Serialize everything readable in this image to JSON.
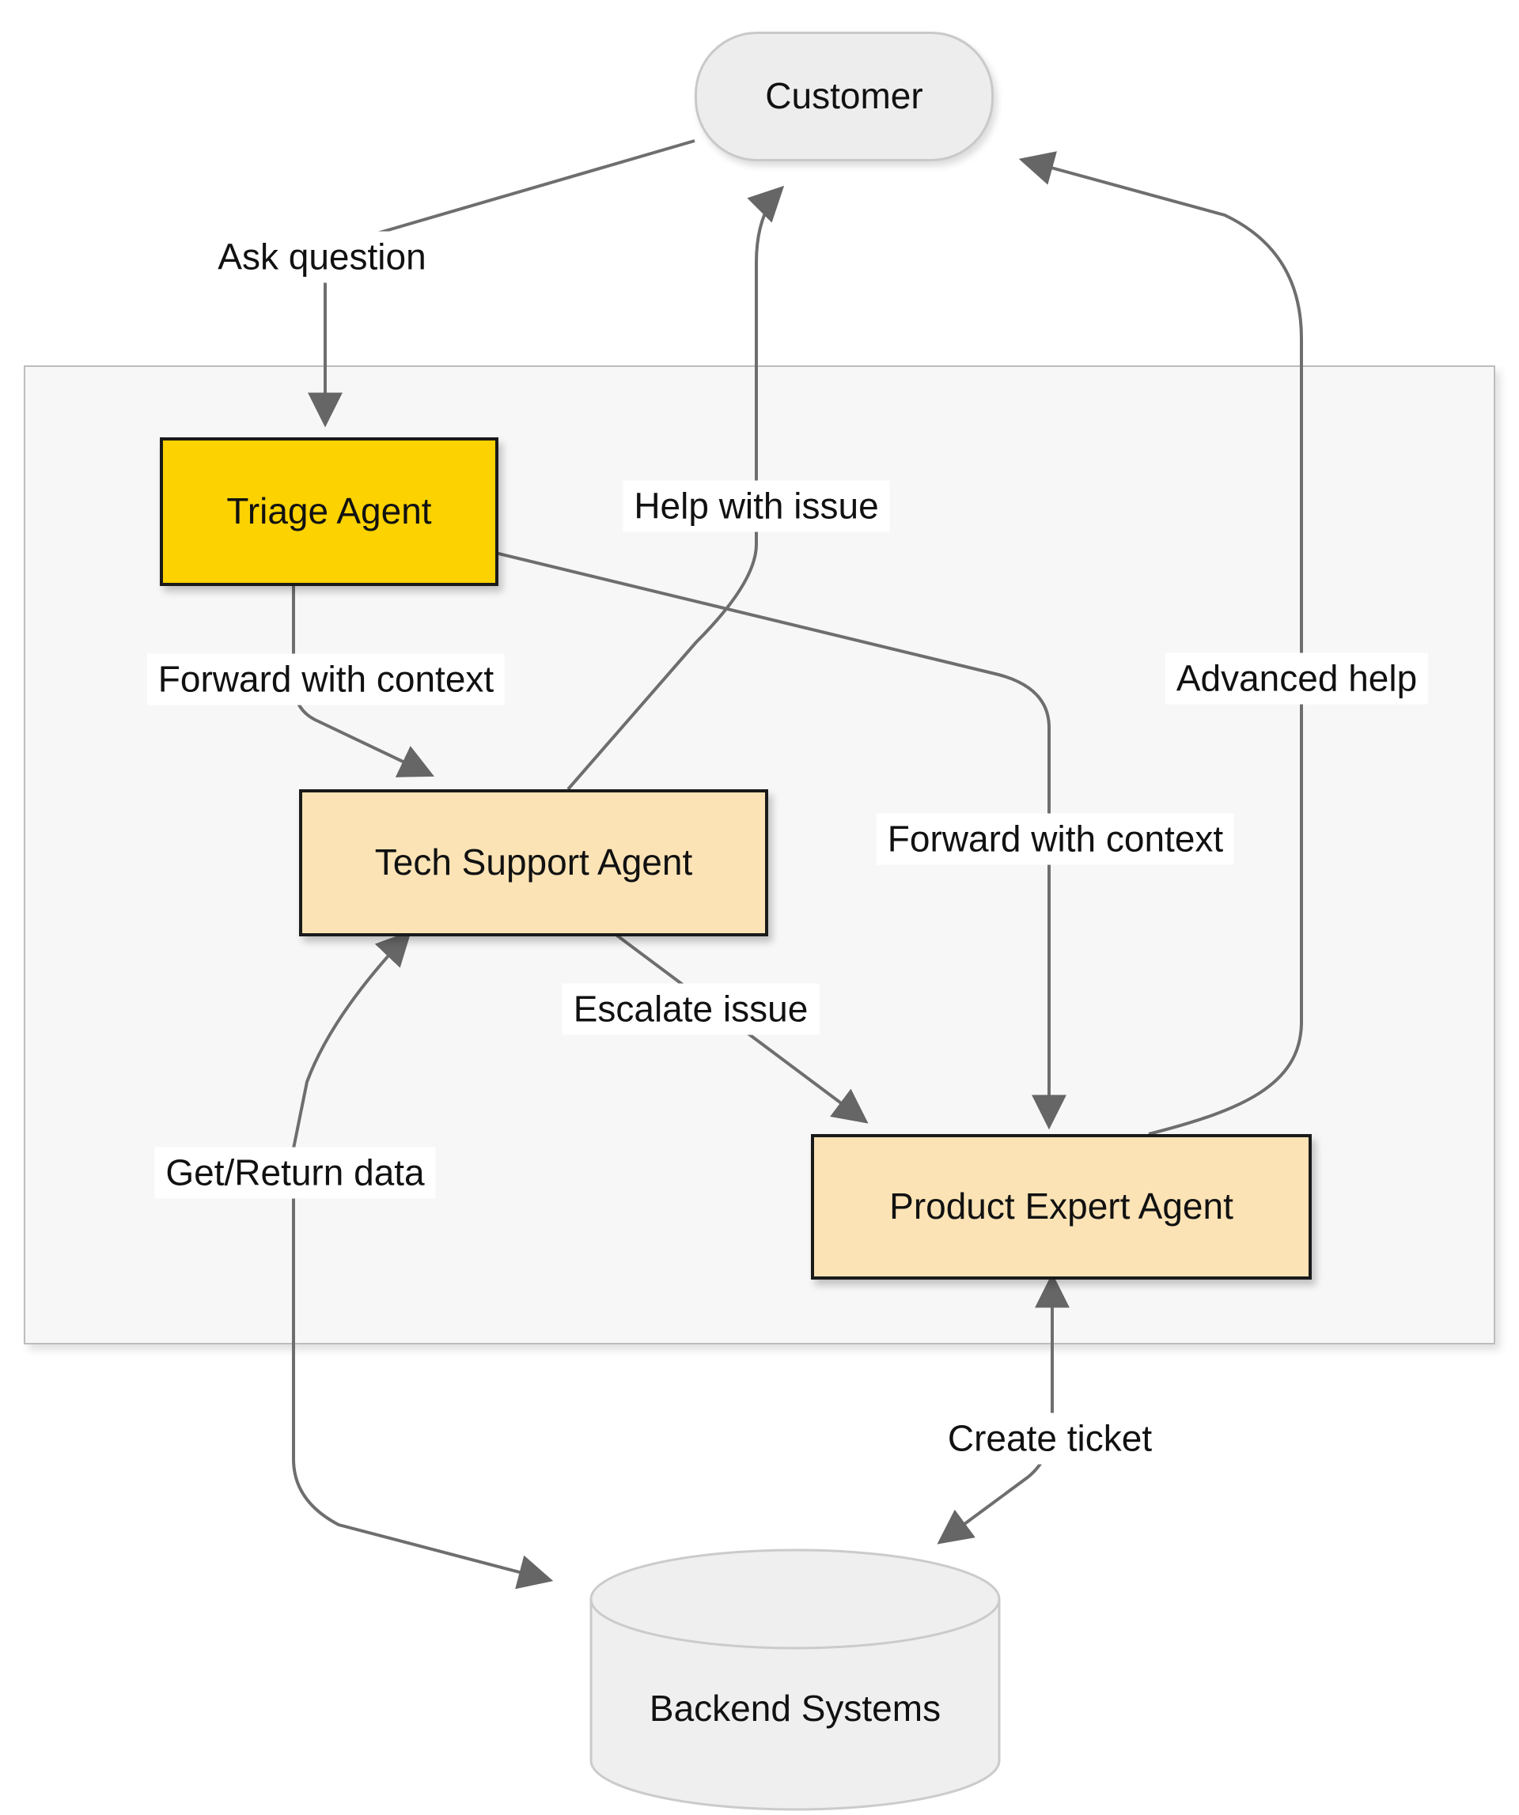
{
  "diagram": {
    "type": "flowchart",
    "description": "Customer support multi-agent workflow"
  },
  "nodes": {
    "customer": {
      "label": "Customer",
      "shape": "stadium",
      "fill": "#EDEDED",
      "border": "#C9C9C9"
    },
    "triage": {
      "label": "Triage Agent",
      "shape": "rect",
      "fill": "#FCD200",
      "border": "#1A1A1A"
    },
    "tech_support": {
      "label": "Tech Support Agent",
      "shape": "rect",
      "fill": "#FBE3B5",
      "border": "#1A1A1A"
    },
    "product_expert": {
      "label": "Product Expert Agent",
      "shape": "rect",
      "fill": "#FBE3B5",
      "border": "#1A1A1A"
    },
    "backend": {
      "label": "Backend Systems",
      "shape": "cylinder",
      "fill": "#EFEFEF",
      "border": "#CBCBCB"
    }
  },
  "edges": [
    {
      "from": "customer",
      "to": "triage",
      "label": "Ask question",
      "direction": "forward"
    },
    {
      "from": "triage",
      "to": "tech_support",
      "label": "Forward with context",
      "direction": "forward"
    },
    {
      "from": "triage",
      "to": "product_expert",
      "label": "Forward with context",
      "direction": "forward"
    },
    {
      "from": "tech_support",
      "to": "customer",
      "label": "Help with issue",
      "direction": "forward"
    },
    {
      "from": "tech_support",
      "to": "product_expert",
      "label": "Escalate issue",
      "direction": "forward"
    },
    {
      "from": "product_expert",
      "to": "customer",
      "label": "Advanced help",
      "direction": "forward"
    },
    {
      "from": "tech_support",
      "to": "backend",
      "label": "Get/Return data",
      "direction": "both"
    },
    {
      "from": "product_expert",
      "to": "backend",
      "label": "Create ticket",
      "direction": "both"
    }
  ],
  "colors": {
    "gold": "#FCD200",
    "tan": "#FBE3B5",
    "node_border": "#1A1A1A",
    "edge": "#6E6E6E",
    "arrow": "#666666",
    "container_fill": "#F7F7F7",
    "container_border": "#BDBDBD",
    "pill_fill": "#EDEDED",
    "pill_border": "#C9C9C9",
    "cylinder_fill": "#EFEFEF",
    "cylinder_border": "#CBCBCB",
    "label_bg": "#FFFFFF",
    "text": "#111111"
  }
}
